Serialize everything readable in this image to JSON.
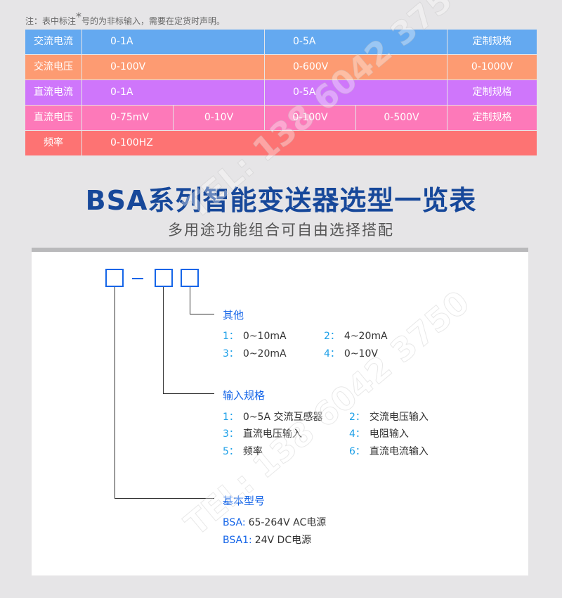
{
  "note": {
    "prefix": "注：表中标注",
    "star": "*",
    "suffix": "号的为非标输入，需要在定货时声明。"
  },
  "table": {
    "rows": [
      {
        "label": "交流电流",
        "cells": [
          "0-1A",
          "0-5A",
          "定制规格"
        ]
      },
      {
        "label": "交流电压",
        "cells": [
          "0-100V",
          "0-600V",
          "0-1000V"
        ]
      },
      {
        "label": "直流电流",
        "cells": [
          "0-1A",
          "0-5A",
          "定制规格"
        ]
      },
      {
        "label": "直流电压",
        "cells": [
          "0-75mV",
          "0-10V",
          "0-100V",
          "0-500V",
          "定制规格"
        ]
      },
      {
        "label": "频率",
        "cells": [
          "0-100HZ"
        ]
      }
    ],
    "colors": [
      "#64a9f0",
      "#fd9b72",
      "#cf76fb",
      "#fd79b9",
      "#fd7373"
    ]
  },
  "title": "BSA系列智能变送器选型一览表",
  "subtitle": "多用途功能组合可自由选择搭配",
  "code": {
    "dash": "–"
  },
  "groups": {
    "other": {
      "heading": "其他",
      "options": [
        {
          "n": "1：",
          "t": "0~10mA"
        },
        {
          "n": "2：",
          "t": "4~20mA"
        },
        {
          "n": "3：",
          "t": "0~20mA"
        },
        {
          "n": "4：",
          "t": "0~10V"
        }
      ]
    },
    "input": {
      "heading": "输入规格",
      "options": [
        {
          "n": "1：",
          "t": "0~5A 交流互感器"
        },
        {
          "n": "2：",
          "t": "交流电压输入"
        },
        {
          "n": "3：",
          "t": "直流电压输入"
        },
        {
          "n": "4：",
          "t": "电阻输入"
        },
        {
          "n": "5：",
          "t": "频率"
        },
        {
          "n": "6：",
          "t": "直流电流输入"
        }
      ]
    },
    "base": {
      "heading": "基本型号",
      "options": [
        {
          "n": "BSA:",
          "t": "65-264V AC电源"
        },
        {
          "n": "BSA1:",
          "t": "24V DC电源"
        }
      ]
    }
  },
  "watermark": "TEL: 138 6042 3750"
}
